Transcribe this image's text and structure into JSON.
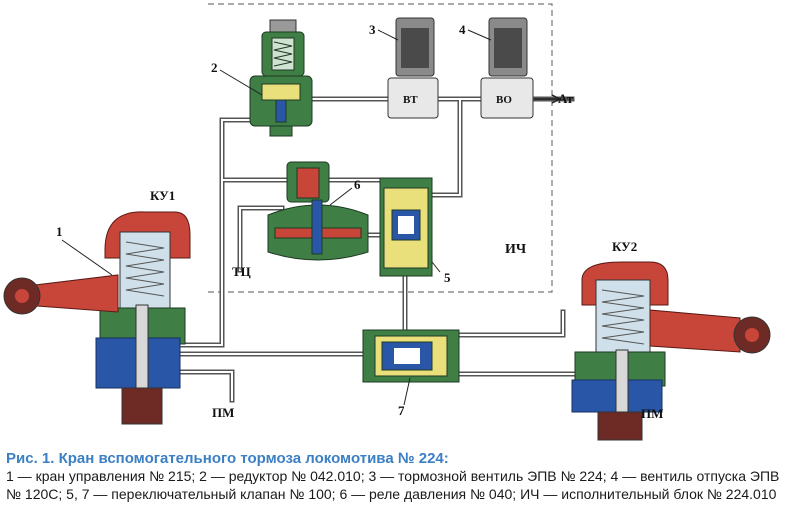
{
  "diagram": {
    "labels": {
      "ku1": "КУ1",
      "ku2": "КУ2",
      "n1": "1",
      "n2": "2",
      "n3": "3",
      "n4": "4",
      "n5": "5",
      "n6": "6",
      "n7": "7",
      "vt": "ВТ",
      "vo": "ВО",
      "at": "Ат",
      "ich": "ИЧ",
      "tc": "ТЦ",
      "pm_left": "ПМ",
      "pm_right": "ПМ"
    },
    "colors": {
      "red": "#c8453a",
      "green": "#3f7f46",
      "blue": "#2a56a8",
      "yellow": "#e9e07c",
      "gray": "#8a8a8a",
      "coil": "#4a4a4a",
      "handle": "#6e2a24"
    }
  },
  "caption": {
    "title": "Рис. 1. Кран вспомогательного тормоза локомотива № 224:",
    "text": "1 — кран управления № 215; 2 — редуктор № 042.010; 3 — тормозной вентиль ЭПВ № 224; 4 — вентиль отпуска ЭПВ № 120С; 5, 7 — переключательный клапан № 100; 6 — реле давления № 040; ИЧ — исполнительный блок № 224.010"
  }
}
